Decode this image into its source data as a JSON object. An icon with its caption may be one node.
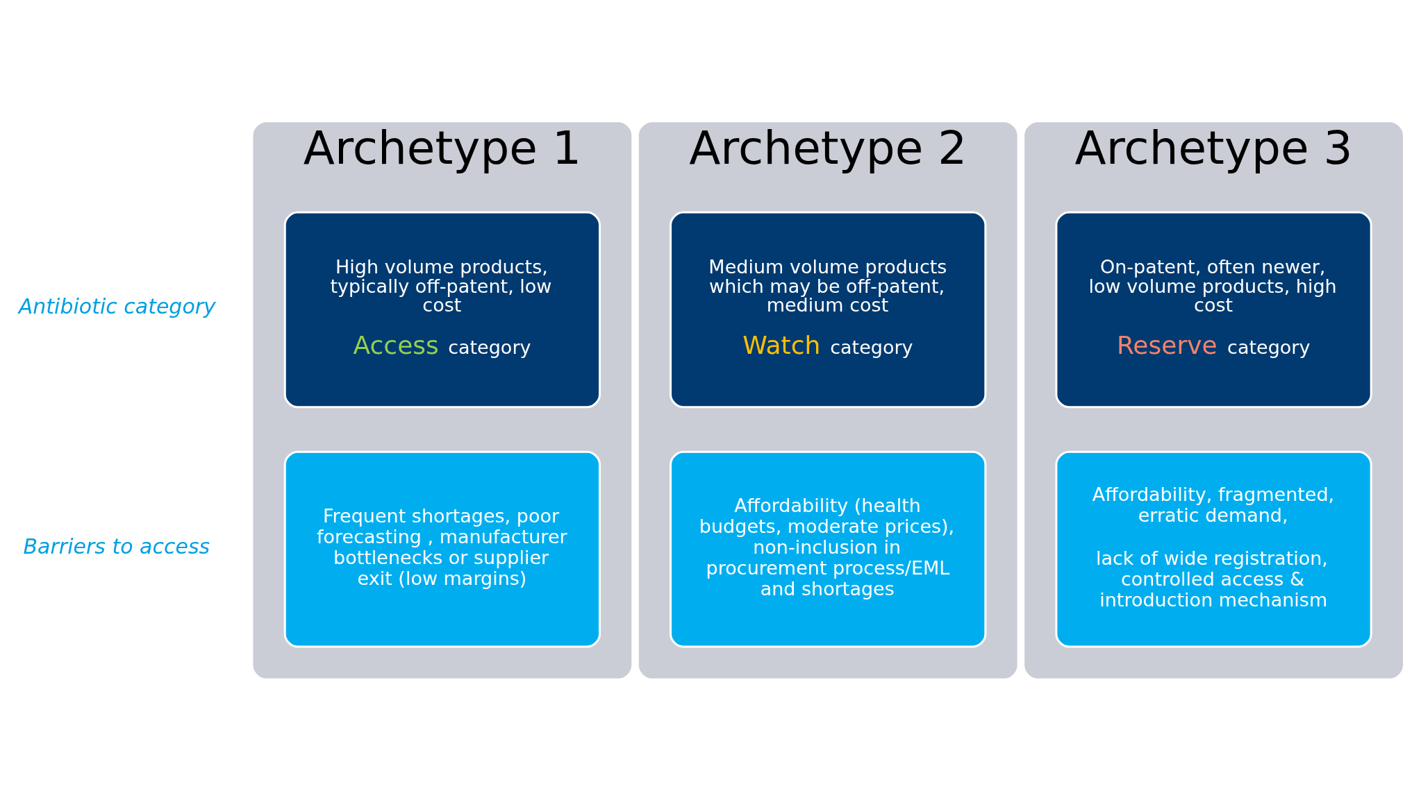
{
  "diagram": {
    "nodes": [
      {
        "text": [
          "Archetype 1"
        ]
      },
      {
        "text": [
          "High volume products, typically off-patent, low cost",
          "Access category"
        ],
        "in": 0
      },
      {
        "text": [
          "Frequent shortages, poor forecasting , manufacturer bottlenecks or supplier exit (low margins)"
        ],
        "in": 0
      },
      {
        "text": [
          "Archetype 2"
        ]
      },
      {
        "text": [
          "Medium volume products which may be off-patent, medium cost",
          "Watch category"
        ],
        "in": 3
      },
      {
        "text": [
          "Affordability (health budgets, moderate prices), non-inclusion in procurement process/EML and shortages"
        ],
        "in": 3
      },
      {
        "text": [
          "Archetype 3"
        ]
      },
      {
        "text": [
          "On-patent, often newer, low volume products, high cost",
          "Reserve category"
        ],
        "in": 6
      },
      {
        "text": [
          "Affordability, fragmented, erratic demand,",
          "lack of wide registration, controlled access & introduction mechanism"
        ],
        "in": 6
      }
    ],
    "edges": [],
    "labels": [
      "Antibiotic category",
      "Barriers to access"
    ]
  }
}
